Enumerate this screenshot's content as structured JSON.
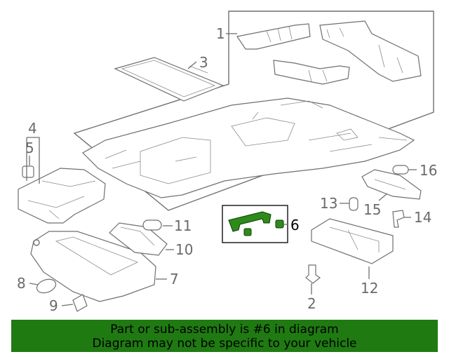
{
  "callouts": {
    "c1": "1",
    "c2": "2",
    "c3": "3",
    "c4": "4",
    "c5": "5",
    "c6": "6",
    "c7": "7",
    "c8": "8",
    "c9": "9",
    "c10": "10",
    "c11": "11",
    "c12": "12",
    "c13": "13",
    "c14": "14",
    "c15": "15",
    "c16": "16"
  },
  "highlight_color": "#2e8b1a",
  "banner": {
    "line1": "Part or sub-assembly is #6 in diagram",
    "line2": "Diagram may not be specific to your vehicle",
    "background": "#1f7a12"
  }
}
